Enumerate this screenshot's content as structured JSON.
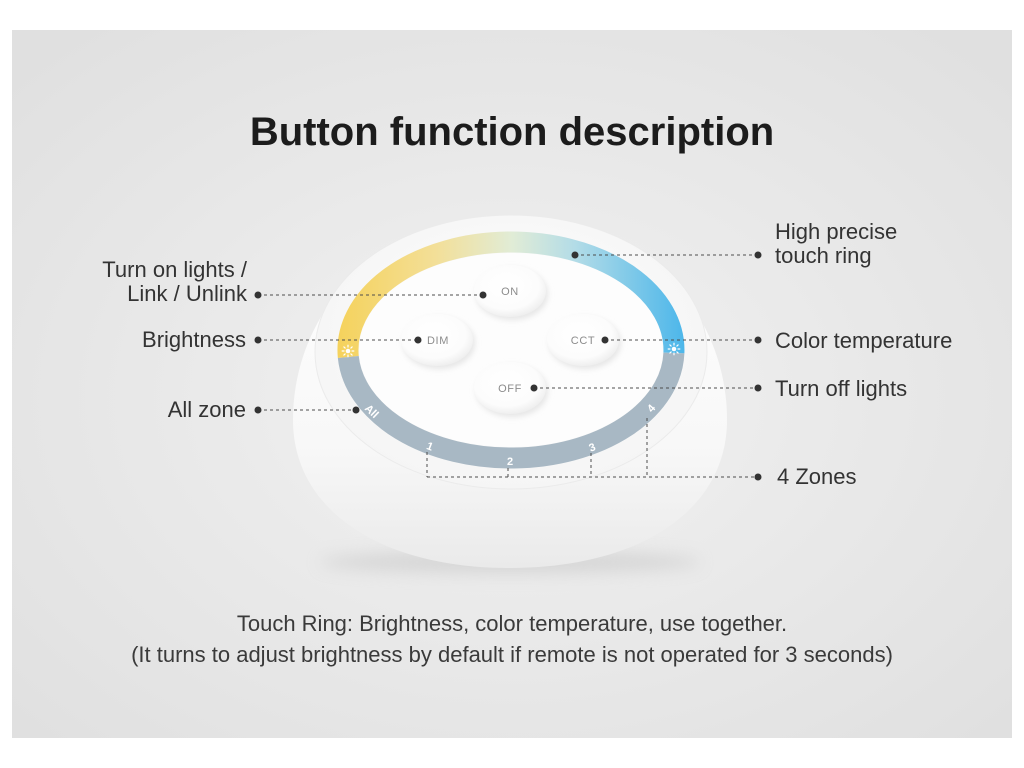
{
  "title": "Button function description",
  "remote": {
    "buttons": {
      "on": "ON",
      "dim": "DIM",
      "cct": "CCT",
      "off": "OFF"
    },
    "ring_labels": {
      "all": "All",
      "zone_1": "1",
      "zone_2": "2",
      "zone_3": "3",
      "zone_4": "4"
    },
    "icons": {
      "ring_left_end": "sun-icon",
      "ring_right_end": "sun-icon"
    }
  },
  "callouts": {
    "turn_on": [
      "Turn on lights /",
      "Link / Unlink"
    ],
    "brightness": "Brightness",
    "all_zone": "All zone",
    "touch_ring": [
      "High precise",
      "touch ring"
    ],
    "color_temperature": "Color temperature",
    "turn_off": "Turn off lights",
    "zones": "4 Zones"
  },
  "footer": {
    "line1": "Touch Ring: Brightness, color temperature, use together.",
    "line2": "(It turns to adjust brightness by default if remote is not operated for 3 seconds)"
  },
  "colors": {
    "ring_warm": "#f5d25c",
    "ring_cool": "#4bb6ea",
    "ring_zones": "#a8b8c4"
  }
}
